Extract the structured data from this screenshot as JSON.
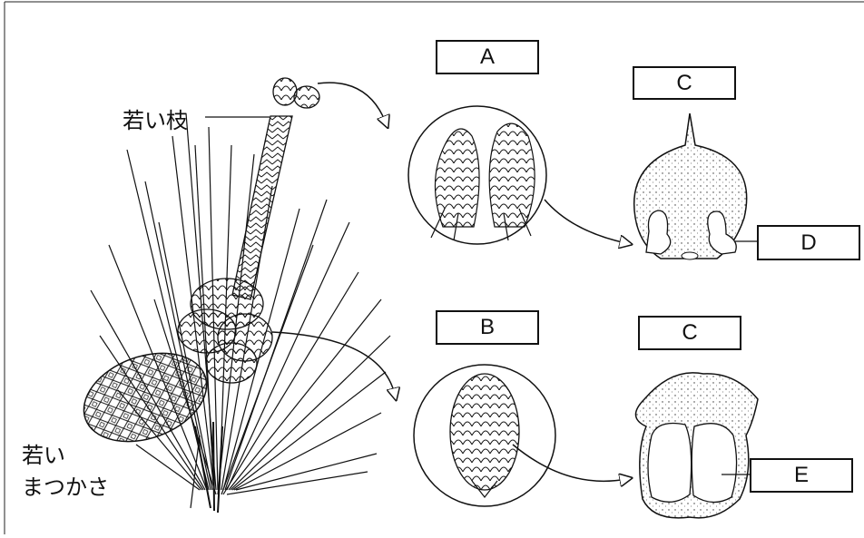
{
  "labels": {
    "young_branch": "若い枝",
    "young_cone_line1": "若い",
    "young_cone_line2": "まつかさ"
  },
  "boxes": {
    "A": "A",
    "B": "B",
    "C_top": "C",
    "C_bottom": "C",
    "D": "D",
    "E": "E"
  }
}
